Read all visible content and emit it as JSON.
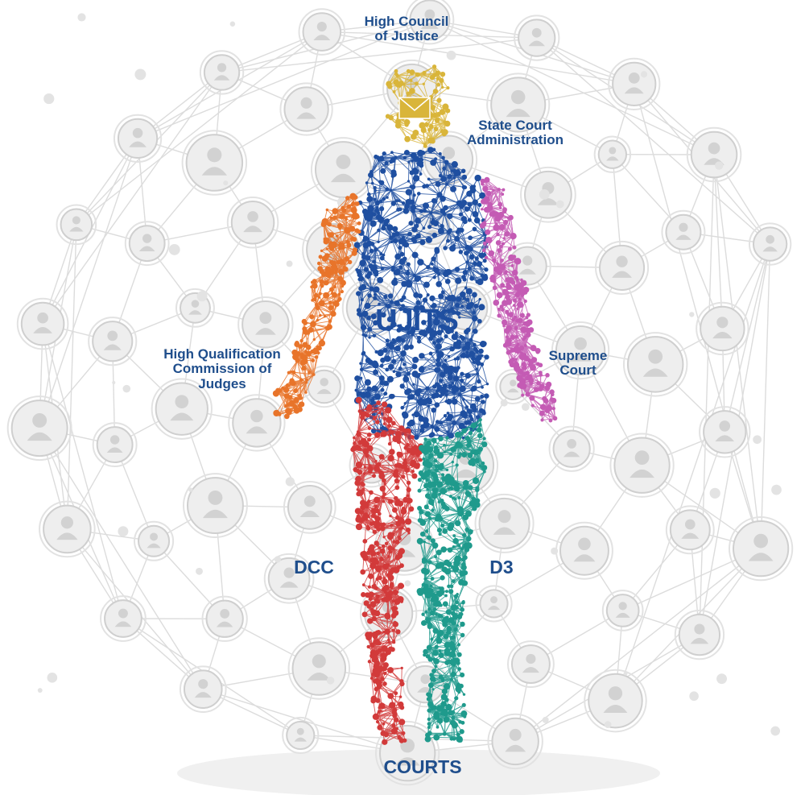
{
  "diagram": {
    "center_label": "UJITS",
    "labels": {
      "high_council": "High Council\nof Justice",
      "state_court_admin": "State Court\nAdministration",
      "high_qualification": "High Qualification\nCommission of\nJudges",
      "supreme_court": "Supreme\nCourt",
      "dcc": "DCC",
      "d3": "D3",
      "courts": "COURTS"
    },
    "colors": {
      "head": "#d9b53a",
      "torso": "#1f4fa0",
      "left_arm": "#e8742a",
      "right_arm": "#c45bb4",
      "left_leg": "#d23a3a",
      "right_leg": "#1f9a8c",
      "label": "#1f4e8c",
      "network": "#d9d9d9",
      "node_fill": "#eeeeee"
    },
    "icons": [
      "envelope-icon",
      "person-icon"
    ]
  }
}
